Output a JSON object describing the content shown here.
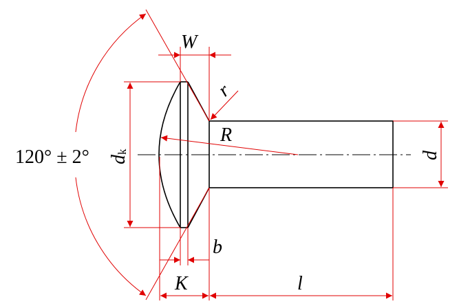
{
  "labels": {
    "angle": "120° ± 2°",
    "W": "W",
    "r": "r",
    "R": "R",
    "dk_main": "d",
    "dk_sub": "k",
    "d": "d",
    "b": "b",
    "K": "K",
    "l": "l"
  },
  "colors": {
    "outline": "#000000",
    "dimension": "#e00000",
    "background": "#ffffff"
  }
}
